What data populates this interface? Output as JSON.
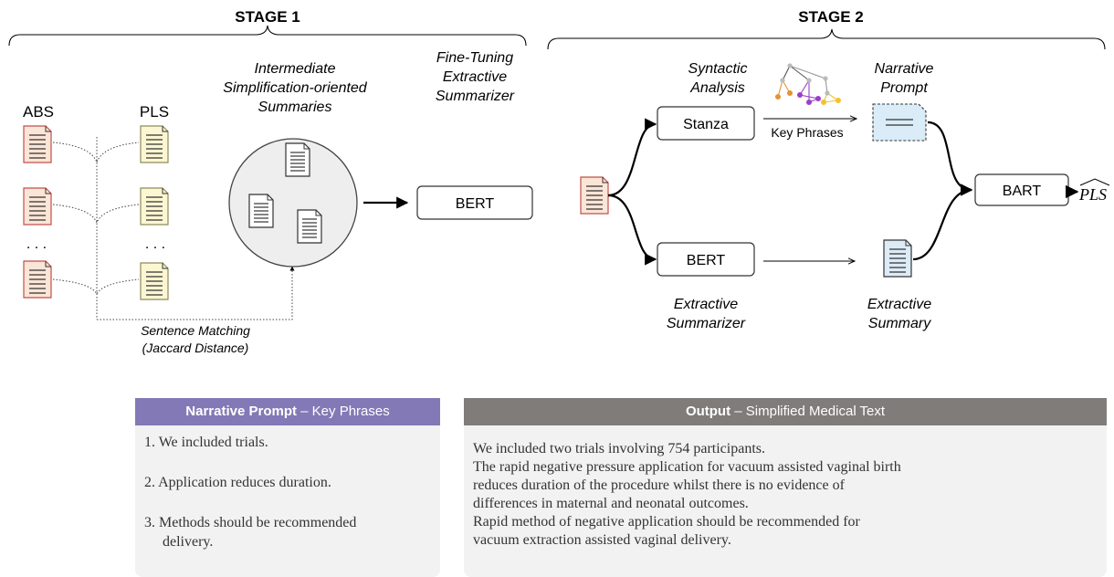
{
  "stage1": {
    "title": "STAGE 1",
    "abs_label": "ABS",
    "pls_label": "PLS",
    "ellipsis": ". . .",
    "intermediate_title": [
      "Intermediate",
      "Simplification-oriented",
      "Summaries"
    ],
    "finetune_title": [
      "Fine-Tuning",
      "Extractive",
      "Summarizer"
    ],
    "bert_label": "BERT",
    "matching_caption": [
      "Sentence Matching",
      "(Jaccard Distance)"
    ]
  },
  "stage2": {
    "title": "STAGE 2",
    "syntactic_title": [
      "Syntactic",
      "Analysis"
    ],
    "stanza_label": "Stanza",
    "key_phrases_label": "Key Phrases",
    "narrative_title": [
      "Narrative",
      "Prompt"
    ],
    "bert_label": "BERT",
    "extractive_summarizer_caption": [
      "Extractive",
      "Summarizer"
    ],
    "extractive_summary_caption": [
      "Extractive",
      "Summary"
    ],
    "bart_label": "BART",
    "output_label": "PLS"
  },
  "prompt_panel": {
    "header_bold": "Narrative Prompt",
    "header_rest": " – Key Phrases",
    "items": [
      {
        "number": "1.",
        "text": "We included trials.",
        "cont": ""
      },
      {
        "number": "2.",
        "text": "Application reduces duration.",
        "cont": ""
      },
      {
        "number": "3.",
        "text": "Methods should be recommended",
        "cont": "delivery."
      }
    ]
  },
  "output_panel": {
    "header_bold": "Output",
    "header_rest": " – Simplified Medical Text",
    "lines": [
      "We included two trials involving 754 participants.",
      "The rapid negative pressure application for vacuum assisted vaginal birth",
      "reduces duration of the procedure whilst there is no evidence of",
      "differences in maternal and neonatal outcomes.",
      "Rapid method of negative application should be recommended for",
      "vacuum extraction assisted vaginal delivery."
    ]
  },
  "colors": {
    "abs_doc_fill": "#fbe5d6",
    "abs_doc_stroke": "#c0504d",
    "pls_doc_fill": "#fdf6d3",
    "summary_doc_fill": "#ddebf7",
    "prompt_header": "#8279b6",
    "output_header": "#807c79",
    "panel_bg": "#f2f2f2",
    "circle_fill": "#eeeeee"
  }
}
